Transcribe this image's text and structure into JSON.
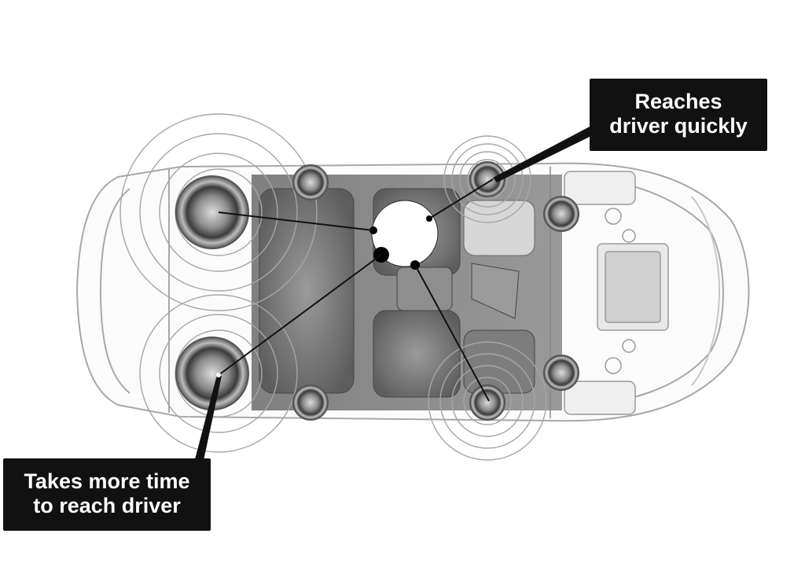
{
  "callouts": {
    "quick": {
      "line1": "Reaches",
      "line2": "driver quickly"
    },
    "slow": {
      "line1": "Takes more time",
      "line2": "to reach driver"
    }
  },
  "speakers": [
    {
      "name": "front-left-door-speaker"
    },
    {
      "name": "front-right-door-speaker"
    },
    {
      "name": "rear-left-door-speaker"
    },
    {
      "name": "rear-right-door-speaker"
    },
    {
      "name": "front-left-dash-speaker"
    },
    {
      "name": "front-right-dash-speaker"
    },
    {
      "name": "rear-left-large-speaker"
    },
    {
      "name": "rear-right-large-speaker"
    }
  ],
  "colors": {
    "callout_bg": "#111111",
    "callout_text": "#ffffff",
    "car_line": "#9a9a9a",
    "interior": "#777777"
  }
}
